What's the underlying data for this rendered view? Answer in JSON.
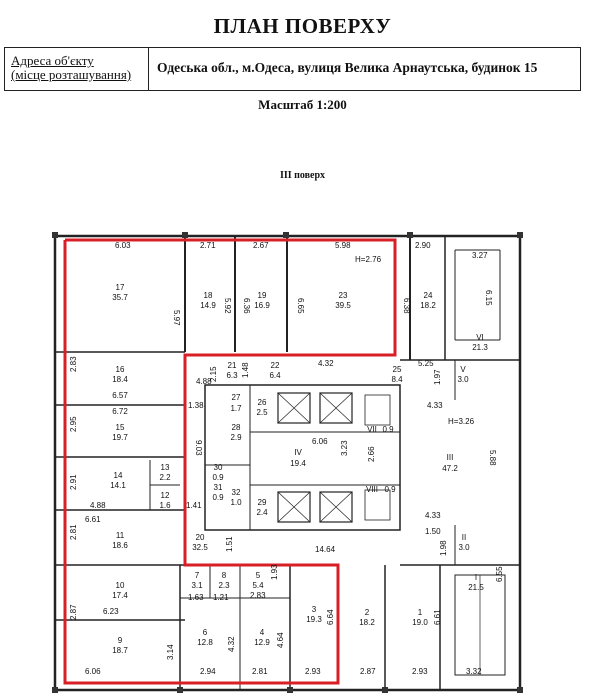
{
  "title": "ПЛАН ПОВЕРХУ",
  "address": {
    "label_line1": "Адреса об'єкту",
    "label_line2": "(місце розташування)",
    "value": "Одеська обл., м.Одеса, вулиця Велика Арнаутська, будинок 15"
  },
  "scale": "Масштаб 1:200",
  "floor": "III поверх",
  "height_main": "H=3.26",
  "height_red": "H=2.76",
  "rooms": [
    {
      "id": "r17",
      "num": "17",
      "area": "35.7"
    },
    {
      "id": "r18",
      "num": "18",
      "area": "14.9"
    },
    {
      "id": "r19",
      "num": "19",
      "area": "16.9"
    },
    {
      "id": "r23",
      "num": "23",
      "area": "39.5"
    },
    {
      "id": "r24",
      "num": "24",
      "area": "18.2"
    },
    {
      "id": "rVI",
      "num": "VI",
      "area": "21.3"
    },
    {
      "id": "r16",
      "num": "16",
      "area": "18.4"
    },
    {
      "id": "r21",
      "num": "21",
      "area": "6.3"
    },
    {
      "id": "r22",
      "num": "22",
      "area": "6.4"
    },
    {
      "id": "r25",
      "num": "25",
      "area": "8.4"
    },
    {
      "id": "rV",
      "num": "V",
      "area": "3.0"
    },
    {
      "id": "r15",
      "num": "15",
      "area": "19.7"
    },
    {
      "id": "r27",
      "num": "27",
      "area": "1.7"
    },
    {
      "id": "r26",
      "num": "26",
      "area": "2.5"
    },
    {
      "id": "r28",
      "num": "28",
      "area": "2.9"
    },
    {
      "id": "rVII",
      "num": "VII",
      "area": "0.9"
    },
    {
      "id": "rIV",
      "num": "IV",
      "area": "19.4"
    },
    {
      "id": "rIII",
      "num": "III",
      "area": "47.2"
    },
    {
      "id": "r14",
      "num": "14",
      "area": "14.1"
    },
    {
      "id": "r13",
      "num": "13",
      "area": "2.2"
    },
    {
      "id": "r12",
      "num": "12",
      "area": "1.6"
    },
    {
      "id": "r30",
      "num": "30",
      "area": "0.9"
    },
    {
      "id": "r31",
      "num": "31",
      "area": "0.9"
    },
    {
      "id": "r32",
      "num": "32",
      "area": "1.0"
    },
    {
      "id": "r29",
      "num": "29",
      "area": "2.4"
    },
    {
      "id": "rVIII",
      "num": "VIII",
      "area": "0.9"
    },
    {
      "id": "r11",
      "num": "11",
      "area": "18.6"
    },
    {
      "id": "r20",
      "num": "20",
      "area": "32.5"
    },
    {
      "id": "rII",
      "num": "II",
      "area": "3.0"
    },
    {
      "id": "r10",
      "num": "10",
      "area": "17.4"
    },
    {
      "id": "r7",
      "num": "7",
      "area": "3.1"
    },
    {
      "id": "r8",
      "num": "8",
      "area": "2.3"
    },
    {
      "id": "r5",
      "num": "5",
      "area": "5.4"
    },
    {
      "id": "rI",
      "num": "I",
      "area": "21.5"
    },
    {
      "id": "r3",
      "num": "3",
      "area": "19.3"
    },
    {
      "id": "r2",
      "num": "2",
      "area": "18.2"
    },
    {
      "id": "r1",
      "num": "1",
      "area": "19.0"
    },
    {
      "id": "r9",
      "num": "9",
      "area": "18.7"
    },
    {
      "id": "r6",
      "num": "6",
      "area": "12.8"
    },
    {
      "id": "r4",
      "num": "4",
      "area": "12.9"
    }
  ],
  "dims": {
    "d603": "6.03",
    "d271": "2.71",
    "d267": "2.67",
    "d598": "5.98",
    "d290": "2.90",
    "d327": "3.27",
    "d597": "5.97",
    "d592": "5.92",
    "d636": "6.36",
    "d665": "6.65",
    "d638": "6.38",
    "d615": "6.15",
    "d283": "2.83",
    "d657": "6.57",
    "d672": "6.72",
    "d295": "2.95",
    "d138": "1.38",
    "d488a": "4.88",
    "d215": "2.15",
    "d148": "1.48",
    "d432a": "4.32",
    "d525": "5.25",
    "d197": "1.97",
    "d433a": "4.33",
    "d903": "9.03",
    "d606": "6.06",
    "d323": "3.23",
    "d266": "2.66",
    "d588": "5.88",
    "d291": "2.91",
    "d488b": "4.88",
    "d661": "6.61",
    "d141": "1.41",
    "d433b": "4.33",
    "d281": "2.81",
    "d151": "1.51",
    "d150": "1.50",
    "d1464": "14.64",
    "d198": "1.98",
    "d287": "2.87",
    "d623": "6.23",
    "d193": "1.93",
    "d163": "1.63",
    "d121": "1.21",
    "d283b": "2.83",
    "d655": "6.55",
    "d664": "6.64",
    "d661b": "6.61",
    "d314": "3.14",
    "d432b": "4.32",
    "d464": "4.64",
    "d606b": "6.06",
    "d294": "2.94",
    "d281b": "2.81",
    "d293": "2.93",
    "d287b": "2.87",
    "d293b": "2.93",
    "d332": "3.32"
  },
  "colors": {
    "highlight": "#d81f26",
    "line": "#222222"
  }
}
